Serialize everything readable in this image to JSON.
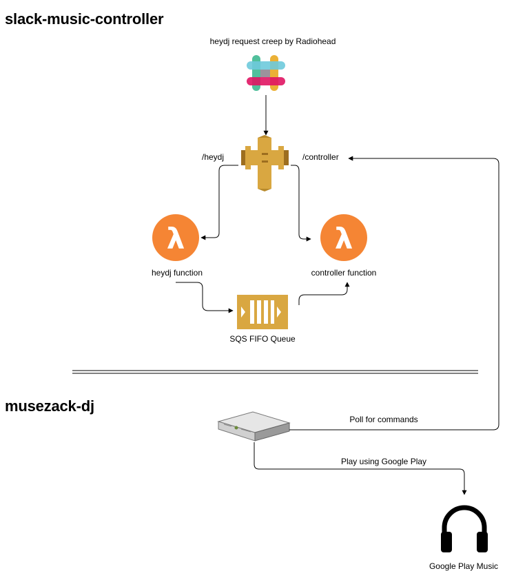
{
  "sections": {
    "controller_title": "slack-music-controller",
    "dj_title": "musezack-dj"
  },
  "nodes": {
    "slack_caption": "heydj request creep by Radiohead",
    "heydj_route": "/heydj",
    "controller_route": "/controller",
    "heydj_function": "heydj function",
    "controller_function": "controller function",
    "queue": "SQS FIFO Queue",
    "google_play": "Google Play Music"
  },
  "edges": {
    "poll": "Poll for commands",
    "play": "Play using Google Play"
  },
  "icons": {
    "slack": "slack-logo-icon",
    "api_gateway": "api-gateway-icon",
    "lambda": "lambda-icon",
    "sqs": "sqs-queue-icon",
    "server": "server-icon",
    "headphones": "headphones-icon"
  },
  "colors": {
    "lambda": "#f58534",
    "aws_gold": "#d9a741",
    "aws_gold_dark": "#9d6e1f",
    "slack_blue": "#6ecadc",
    "slack_green": "#3eb991",
    "slack_yellow": "#e9a820",
    "slack_red": "#e01563"
  }
}
